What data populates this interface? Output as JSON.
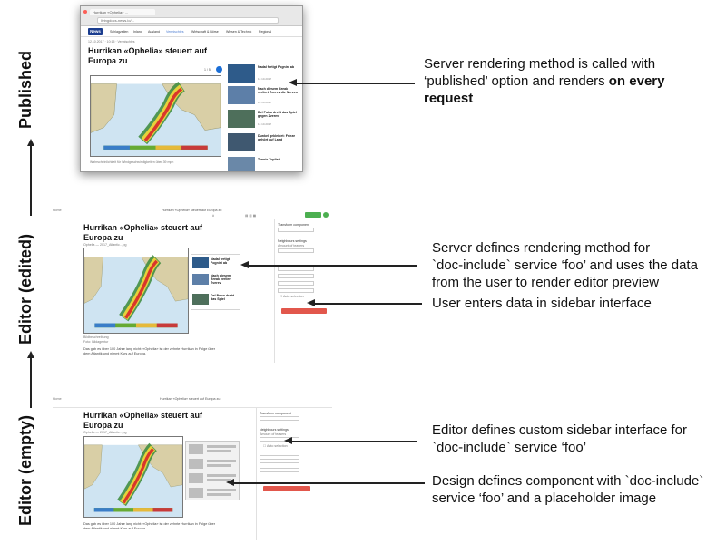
{
  "stages": {
    "published": "Published",
    "edited": "Editor (edited)",
    "empty": "Editor (empty)"
  },
  "annotations": {
    "published": {
      "line1": "Server rendering method is called with",
      "line2": "‘published’ option and renders",
      "line2_bold": "on every",
      "line3_bold": "request"
    },
    "server_defines": {
      "line1": "Server defines rendering method for",
      "line2": "`doc-include` service ‘foo’ and uses the data",
      "line3": "from the user to render editor preview"
    },
    "user_enters": "User enters data in sidebar interface",
    "editor_defines": {
      "line1": "Editor defines custom sidebar interface for",
      "line2": "`doc-include` service ‘foo’"
    },
    "design_defines": {
      "line1": "Design defines component with `doc-include`",
      "line2": "service ‘foo’ and a placeholder image"
    }
  },
  "article": {
    "title_line1": "Hurrikan «Ophelia» steuert auf",
    "title_line2": "Europa zu",
    "site_logo": "News"
  },
  "colors": {
    "arrow": "#222222",
    "news_blue": "#1b3d8f",
    "publish_green": "#4caf50",
    "action_red": "#e2574c"
  }
}
